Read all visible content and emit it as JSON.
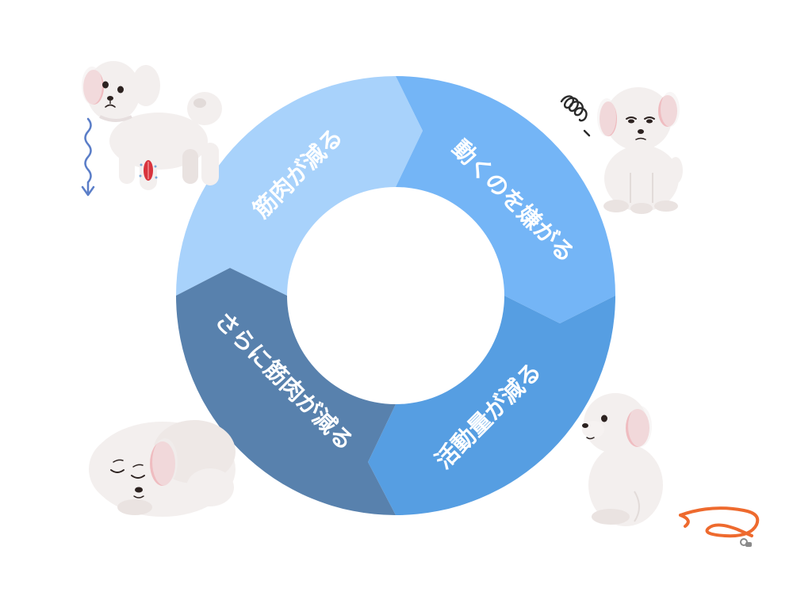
{
  "cycle": {
    "segments": [
      {
        "label": "筋肉が減る",
        "color": "#a8d2fb"
      },
      {
        "label": "動くのを嫌がる",
        "color": "#74b5f6"
      },
      {
        "label": "活動量が減る",
        "color": "#569ee2"
      },
      {
        "label": "さらに筋肉が減る",
        "color": "#5881ad"
      }
    ]
  },
  "illustrations": [
    {
      "name": "dog-standing-sad-icon"
    },
    {
      "name": "dog-sitting-annoyed-icon"
    },
    {
      "name": "dog-sitting-side-icon"
    },
    {
      "name": "dog-sleeping-icon"
    }
  ],
  "colors": {
    "dog_fur": "#f3efee",
    "dog_shadow": "#e2dbd9",
    "ear_pink": "#efbcc0",
    "leash": "#ee6a2e",
    "arrow_down": "#5b7ec8",
    "muscle": "#d8343d"
  }
}
